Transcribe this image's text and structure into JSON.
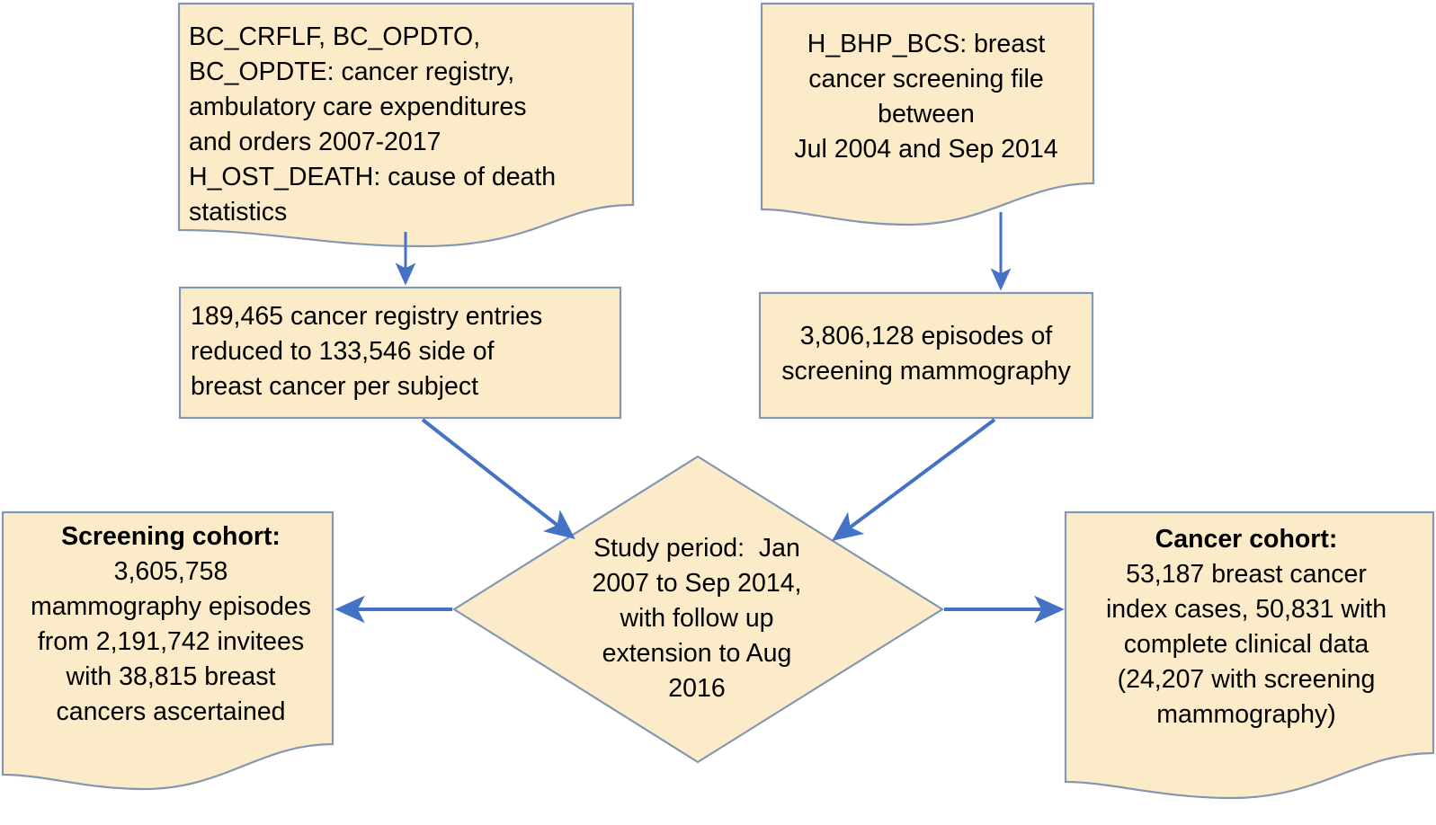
{
  "diagram": {
    "title": "Study cohort derivation flowchart",
    "colors": {
      "node_fill": "#FCEBC8",
      "node_border": "#8497B0",
      "arrow": "#4472C4",
      "text": "#000000",
      "background": "#FFFFFF"
    },
    "nodes": [
      {
        "id": "source-cancer-registry",
        "shape": "document",
        "align": "left",
        "lines": [
          "BC_CRFLF, BC_OPDTO,",
          "BC_OPDTE: cancer registry,",
          "ambulatory care expenditures",
          "and orders 2007-2017",
          "H_OST_DEATH: cause of death",
          "statistics"
        ]
      },
      {
        "id": "source-screening-file",
        "shape": "document",
        "align": "center",
        "lines": [
          "H_BHP_BCS: breast",
          "cancer screening file",
          "between",
          "Jul 2004 and Sep 2014"
        ]
      },
      {
        "id": "registry-entries",
        "shape": "rectangle",
        "align": "left",
        "lines": [
          "189,465 cancer registry entries",
          "reduced to 133,546 side of",
          "breast cancer per subject"
        ]
      },
      {
        "id": "screening-episodes",
        "shape": "rectangle",
        "align": "center",
        "lines": [
          "3,806,128 episodes of",
          "screening mammography"
        ]
      },
      {
        "id": "study-period",
        "shape": "diamond",
        "align": "center",
        "lines": [
          "Study period:  Jan",
          "2007 to Sep 2014,",
          "with follow up",
          "extension to Aug",
          "2016"
        ]
      },
      {
        "id": "screening-cohort",
        "shape": "document",
        "align": "center",
        "heading": "Screening cohort:",
        "lines": [
          "3,605,758",
          "mammography episodes",
          "from 2,191,742 invitees",
          "with 38,815 breast",
          "cancers ascertained"
        ]
      },
      {
        "id": "cancer-cohort",
        "shape": "document",
        "align": "center",
        "heading": "Cancer cohort:",
        "lines": [
          "53,187 breast cancer",
          "index cases, 50,831 with",
          "complete clinical data",
          "(24,207 with screening",
          "mammography)"
        ]
      }
    ],
    "edges": [
      {
        "id": "edge-source-cancer-to-registry",
        "from": "source-cancer-registry",
        "to": "registry-entries",
        "direction": "down"
      },
      {
        "id": "edge-source-screen-to-episodes",
        "from": "source-screening-file",
        "to": "screening-episodes",
        "direction": "down"
      },
      {
        "id": "edge-registry-to-study-period",
        "from": "registry-entries",
        "to": "study-period",
        "direction": "down-right"
      },
      {
        "id": "edge-episodes-to-study-period",
        "from": "screening-episodes",
        "to": "study-period",
        "direction": "down-left"
      },
      {
        "id": "edge-study-period-to-screening",
        "from": "study-period",
        "to": "screening-cohort",
        "direction": "left"
      },
      {
        "id": "edge-study-period-to-cancer",
        "from": "study-period",
        "to": "cancer-cohort",
        "direction": "right"
      }
    ]
  }
}
